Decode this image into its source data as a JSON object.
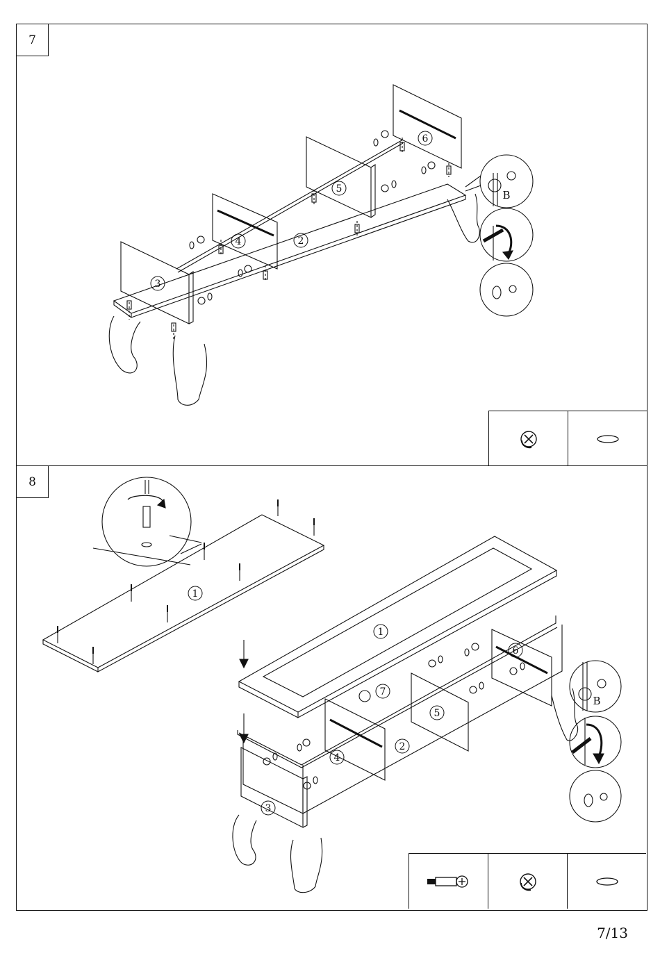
{
  "page_number": "7/13",
  "steps": [
    {
      "number": "7",
      "part_labels": [
        "2",
        "3",
        "4",
        "5",
        "6"
      ],
      "detail_label": "B",
      "hardware": [
        "cam-lock-icon",
        "cam-cap-icon"
      ]
    },
    {
      "number": "8",
      "part_labels": [
        "1",
        "1",
        "2",
        "3",
        "4",
        "5",
        "6",
        "7"
      ],
      "detail_label": "B",
      "hardware": [
        "cam-bolt-icon",
        "cam-lock-icon",
        "cam-cap-icon"
      ]
    }
  ]
}
